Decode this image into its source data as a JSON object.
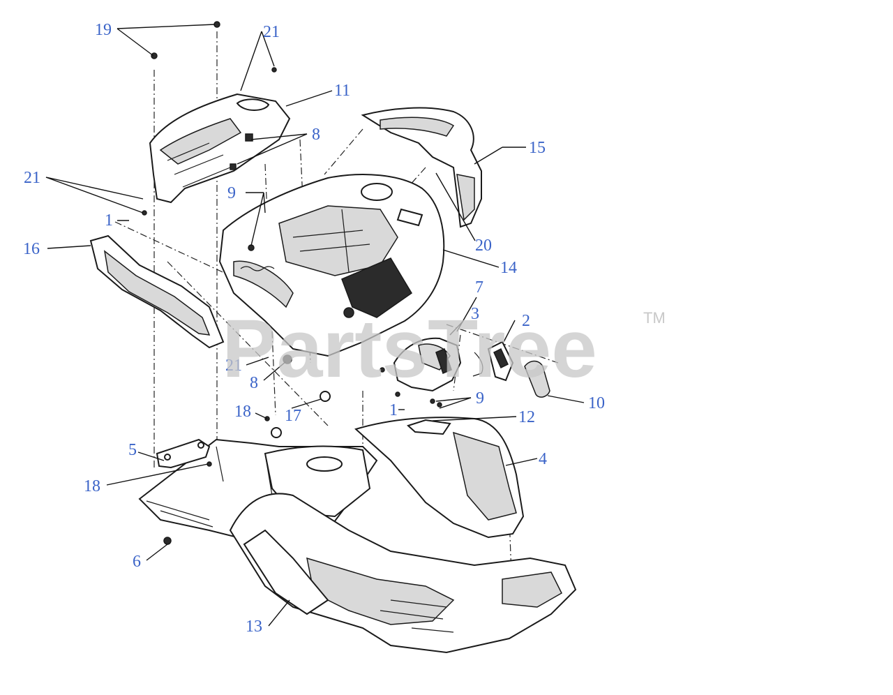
{
  "diagram": {
    "watermark": {
      "text": "PartsTree",
      "trademark": "TM",
      "color": "#c8c8c8"
    },
    "callout_color": "#3a63c8",
    "callouts": [
      "19",
      "21",
      "11",
      "8",
      "15",
      "21",
      "9",
      "1",
      "16",
      "20",
      "14",
      "7",
      "3",
      "2",
      "21",
      "8",
      "9",
      "10",
      "18",
      "17",
      "1",
      "12",
      "5",
      "4",
      "18",
      "6",
      "13"
    ]
  }
}
